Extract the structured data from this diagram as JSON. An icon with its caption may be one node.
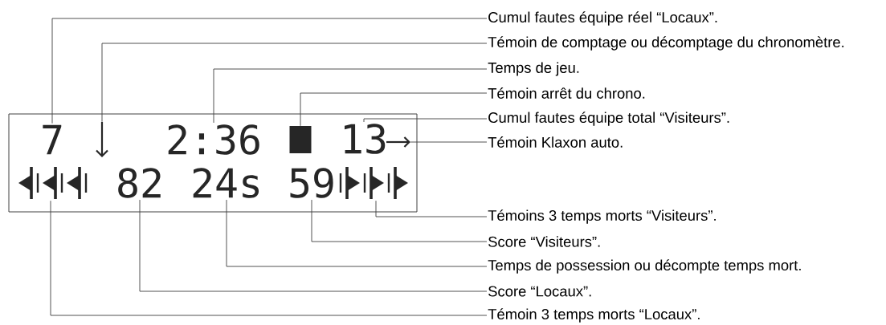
{
  "diagram": {
    "nodes": [
      {
        "text": [],
        "shape": "box"
      },
      {
        "text": [
          "7"
        ],
        "in": 0
      },
      {
        "text": [],
        "shape": "arrow",
        "in": 0
      },
      {
        "text": [
          "2:36"
        ],
        "in": 0
      },
      {
        "text": [],
        "shape": "box",
        "in": 0
      },
      {
        "text": [
          "13"
        ],
        "in": 0
      },
      {
        "text": [],
        "shape": "arrow",
        "in": 0
      },
      {
        "text": [],
        "shape": "triangle",
        "in": 0
      },
      {
        "text": [
          "82"
        ],
        "in": 0
      },
      {
        "text": [
          "24s"
        ],
        "in": 0
      },
      {
        "text": [
          "59"
        ],
        "in": 0
      },
      {
        "text": [],
        "shape": "triangle",
        "in": 0
      },
      {
        "text": [
          "Cumul fautes équipe réel “Locaux”."
        ]
      },
      {
        "text": [
          "Témoin de comptage ou décomptage du chronomètre."
        ]
      },
      {
        "text": [
          "Temps de jeu."
        ]
      },
      {
        "text": [
          "Témoin arrêt du chrono."
        ]
      },
      {
        "text": [
          "Cumul fautes équipe total “Visiteurs”."
        ]
      },
      {
        "text": [
          "Témoin Klaxon auto."
        ]
      },
      {
        "text": [
          "Témoins 3 temps morts “Visiteurs”."
        ]
      },
      {
        "text": [
          "Score “Visiteurs”."
        ]
      },
      {
        "text": [
          "Temps de possession ou décompte temps mort."
        ]
      },
      {
        "text": [
          "Score “Locaux”."
        ]
      },
      {
        "text": [
          "Témoin 3 temps morts “Locaux”."
        ]
      }
    ],
    "edges": [
      {
        "from": 12,
        "to": 1,
        "arrow": "none"
      },
      {
        "from": 13,
        "to": 2,
        "arrow": "none"
      },
      {
        "from": 14,
        "to": 3,
        "arrow": "none"
      },
      {
        "from": 15,
        "to": 4,
        "arrow": "none"
      },
      {
        "from": 16,
        "to": 5,
        "arrow": "none"
      },
      {
        "from": 17,
        "to": 6,
        "arrow": "none"
      },
      {
        "from": 18,
        "to": 11,
        "arrow": "none"
      },
      {
        "from": 19,
        "to": 10,
        "arrow": "none"
      },
      {
        "from": 20,
        "to": 9,
        "arrow": "none"
      },
      {
        "from": 21,
        "to": 8,
        "arrow": "none"
      },
      {
        "from": 22,
        "to": 7,
        "arrow": "none"
      }
    ]
  }
}
